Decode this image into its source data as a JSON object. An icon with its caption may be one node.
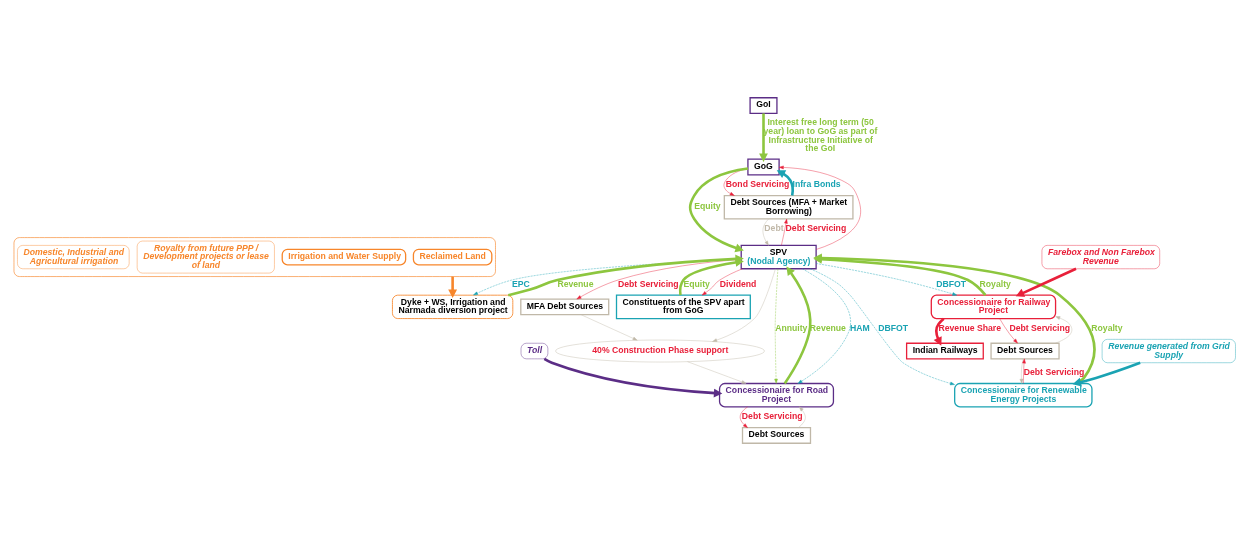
{
  "diagram": {
    "nodes": [
      {
        "text": [
          "GoI"
        ]
      },
      {
        "text": [
          "GoG"
        ]
      },
      {
        "text": [
          "Debt Sources (MFA + Market Borrowing)"
        ]
      },
      {
        "text": [
          "Constituents of the SPV apart from GoG"
        ]
      },
      {
        "text": [
          "SPV",
          "(Nodal Agency)"
        ]
      },
      {
        "text": [
          "MFA Debt Sources"
        ]
      },
      {
        "text": [
          "Dyke + WS, Irrigation and Narmada diversion project"
        ]
      },
      {
        "text": [
          "Indian Railways"
        ]
      },
      {
        "text": [
          "Debt Sources"
        ]
      },
      {
        "text": [
          "40% Construction Phase support"
        ]
      },
      {
        "text": [
          "Debt Sources"
        ]
      },
      {
        "text": [],
        "shape": "box"
      },
      {
        "text": [
          "Reclaimed Land"
        ],
        "in": 11
      },
      {
        "text": [
          "Irrigation and Water Supply"
        ],
        "in": 11
      },
      {
        "text": [
          "Royalty from future PPP / Development projects or lease of land"
        ],
        "in": 11
      },
      {
        "text": [
          "Domestic, Industrial and Agricultural irrigation"
        ],
        "in": 11
      },
      {
        "text": [
          "Concessionaire for Road Project"
        ]
      },
      {
        "text": [
          "Concessionaire for Renewable Energy Projects"
        ]
      },
      {
        "text": [
          "Concessionaire for Railway Project"
        ]
      },
      {
        "text": [
          "Toll"
        ]
      },
      {
        "text": [
          "Revenue generated from Grid Supply"
        ]
      },
      {
        "text": [
          "Farebox and Non Farebox Revenue"
        ]
      }
    ],
    "edges": [
      {
        "from": 0,
        "to": 1,
        "arrow": "to",
        "label": "Interest free long term (50 year) loan to GoG as part of Infrastructure Initiative of the GoI",
        "style": "thick",
        "color": "#8dc63f"
      },
      {
        "from": 2,
        "to": 1,
        "arrow": "to",
        "label": "Infra Bonds",
        "style": "thick",
        "color": "#1aa3b3"
      },
      {
        "from": 1,
        "to": 2,
        "arrow": "to",
        "label": "Bond Servicing",
        "color": "#e8203a"
      },
      {
        "from": 2,
        "to": 4,
        "arrow": "to",
        "label": "Debt",
        "color": "#c0b8a8"
      },
      {
        "from": 1,
        "to": 4,
        "arrow": "to",
        "label": "Equity",
        "style": "thick",
        "color": "#8dc63f"
      },
      {
        "from": 3,
        "to": 4,
        "arrow": "to",
        "label": "Equity",
        "style": "thick",
        "color": "#8dc63f"
      },
      {
        "from": 4,
        "to": 1,
        "arrow": "to",
        "color": "#e8203a"
      },
      {
        "from": 4,
        "to": 3,
        "arrow": "to",
        "label": "Dividend",
        "color": "#e8203a"
      },
      {
        "from": 4,
        "to": 2,
        "arrow": "to",
        "label": "Debt Servicing",
        "color": "#e8203a"
      },
      {
        "from": 4,
        "to": 6,
        "arrow": "to",
        "label": "EPC",
        "style": "dashed",
        "color": "#1aa3b3"
      },
      {
        "from": 6,
        "to": 4,
        "arrow": "to",
        "label": "Revenue",
        "style": "thick",
        "color": "#8dc63f"
      },
      {
        "from": 16,
        "to": 4,
        "arrow": "to",
        "label": "Revenue",
        "style": "thick",
        "color": "#8dc63f"
      },
      {
        "from": 4,
        "to": 16,
        "arrow": "to",
        "label": "Annuity",
        "style": "dashed",
        "color": "#8dc63f"
      },
      {
        "from": 4,
        "to": 16,
        "arrow": "to",
        "label": "HAM",
        "style": "dashed",
        "color": "#1aa3b3"
      },
      {
        "from": 4,
        "to": 9,
        "arrow": "to",
        "color": "#c0b8a8"
      },
      {
        "from": 9,
        "to": 16,
        "arrow": "to",
        "color": "#c0b8a8"
      },
      {
        "from": 5,
        "to": 9,
        "arrow": "to",
        "color": "#c0b8a8"
      },
      {
        "from": 4,
        "to": 5,
        "arrow": "to",
        "label": "Debt Servicing",
        "color": "#e8203a"
      },
      {
        "from": 8,
        "to": 16,
        "arrow": "to",
        "color": "#c0b8a8"
      },
      {
        "from": 16,
        "to": 8,
        "arrow": "to",
        "label": "Debt Servicing",
        "color": "#e8203a"
      },
      {
        "from": 17,
        "to": 4,
        "arrow": "to",
        "label": "Royalty",
        "style": "thick",
        "color": "#8dc63f"
      },
      {
        "from": 4,
        "to": 17,
        "arrow": "to",
        "label": "DBFOT",
        "style": "dashed",
        "color": "#1aa3b3"
      },
      {
        "from": 17,
        "to": 10,
        "arrow": "to",
        "label": "Debt Servicing",
        "color": "#e8203a"
      },
      {
        "from": 18,
        "to": 10,
        "arrow": "to",
        "label": "Debt Servicing",
        "color": "#e8203a"
      },
      {
        "from": 10,
        "to": 17,
        "arrow": "to",
        "color": "#c0b8a8"
      },
      {
        "from": 10,
        "to": 18,
        "arrow": "to",
        "color": "#c0b8a8"
      },
      {
        "from": 4,
        "to": 18,
        "arrow": "to",
        "label": "DBFOT",
        "style": "dashed",
        "color": "#1aa3b3"
      },
      {
        "from": 18,
        "to": 4,
        "arrow": "to",
        "label": "Royalty",
        "style": "thick",
        "color": "#8dc63f"
      },
      {
        "from": 18,
        "to": 7,
        "arrow": "to",
        "label": "Revenue Share",
        "style": "thick",
        "color": "#e8203a"
      },
      {
        "from": 19,
        "to": 16,
        "arrow": "to",
        "style": "thick",
        "color": "#5b2d86"
      },
      {
        "from": 20,
        "to": 17,
        "arrow": "to",
        "style": "thick",
        "color": "#1aa3b3"
      },
      {
        "from": 21,
        "to": 18,
        "arrow": "to",
        "style": "thick",
        "color": "#e8203a"
      },
      {
        "from": 11,
        "to": 6,
        "arrow": "to",
        "style": "thick",
        "color": "#f7862b"
      }
    ]
  }
}
